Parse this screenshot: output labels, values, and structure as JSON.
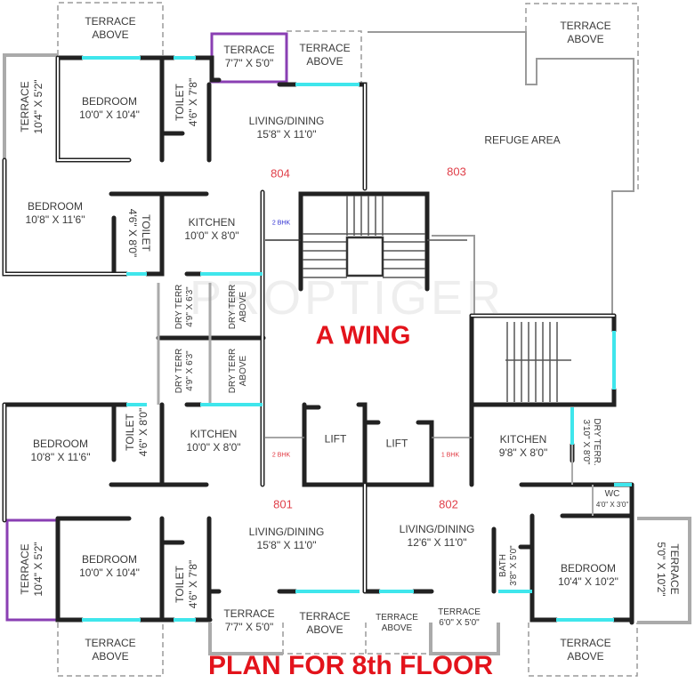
{
  "plan": {
    "title": "PLAN FOR 8th FLOOR",
    "wing": "A WING",
    "watermark": "PROPTIGER",
    "colors": {
      "wall": "#222222",
      "window": "#3fe6ec",
      "terrace_outline": "#8a3fb3",
      "title_red": "#e3131b",
      "unit_red": "#e0404a",
      "bhk_blue": "#2a2ad0",
      "dashed": "#9a9a9a"
    }
  },
  "units": {
    "u804": {
      "number": "804",
      "bhk": "2 BHK"
    },
    "u803": {
      "number": "803"
    },
    "u801": {
      "number": "801",
      "bhk": "2 BHK"
    },
    "u802": {
      "number": "802",
      "bhk": "1 BHK"
    }
  },
  "rooms": {
    "terrace_above_tl": {
      "name": "TERRACE",
      "sub": "ABOVE"
    },
    "terrace_tl_left": {
      "name": "TERRACE",
      "dim": "10'4\" X 5'2\""
    },
    "bedroom_tl": {
      "name": "BEDROOM",
      "dim": "10'0\" X 10'4\""
    },
    "toilet_tl": {
      "name": "TOILET",
      "dim": "4'6\" X 7'8\""
    },
    "terrace_804": {
      "name": "TERRACE",
      "dim": "7'7\" X 5'0\""
    },
    "terrace_above_tm": {
      "name": "TERRACE",
      "sub": "ABOVE"
    },
    "living_804": {
      "name": "LIVING/DINING",
      "dim": "15'8\" X 11'0\""
    },
    "terrace_above_tr": {
      "name": "TERRACE",
      "sub": "ABOVE"
    },
    "refuge": {
      "name": "REFUGE AREA"
    },
    "bedroom_ml": {
      "name": "BEDROOM",
      "dim": "10'8\" X 11'6\""
    },
    "toilet_ml": {
      "name": "TOILET",
      "dim": "4'6\" X 8'0\""
    },
    "kitchen_804": {
      "name": "KITCHEN",
      "dim": "10'0\" X 8'0\""
    },
    "dry_terr_1": {
      "name": "DRY TERR",
      "dim": "4'9\" X 6'3\""
    },
    "dry_terr_above_1": {
      "name": "DRY TERR",
      "sub": "ABOVE"
    },
    "dry_terr_2": {
      "name": "DRY TERR",
      "dim": "4'9\" X 6'3\""
    },
    "dry_terr_above_2": {
      "name": "DRY TERR",
      "sub": "ABOVE"
    },
    "bedroom_bl": {
      "name": "BEDROOM",
      "dim": "10'8\" X 11'6\""
    },
    "toilet_bl": {
      "name": "TOILET",
      "dim": "4'6\" X 8'0\""
    },
    "kitchen_801": {
      "name": "KITCHEN",
      "dim": "10'0\" X 8'0\""
    },
    "lift_1": {
      "name": "LIFT"
    },
    "lift_2": {
      "name": "LIFT"
    },
    "kitchen_802": {
      "name": "KITCHEN",
      "dim": "9'8\" X 8'0\""
    },
    "dry_terr_802": {
      "name": "DRY TERR.",
      "dim": "3'10\" X 8'0\""
    },
    "wc_802": {
      "name": "WC",
      "dim": "4'0\" X 3'0\""
    },
    "terrace_bl_left": {
      "name": "TERRACE",
      "dim": "10'4\" X 5'2\""
    },
    "bedroom_801": {
      "name": "BEDROOM",
      "dim": "10'0\" X 10'4\""
    },
    "toilet_801": {
      "name": "TOILET",
      "dim": "4'6\" X 7'8\""
    },
    "living_801": {
      "name": "LIVING/DINING",
      "dim": "15'8\" X 11'0\""
    },
    "living_802": {
      "name": "LIVING/DINING",
      "dim": "12'6\" X 11'0\""
    },
    "bath_802": {
      "name": "BATH",
      "dim": "3'8\" X 5'0\""
    },
    "bedroom_802": {
      "name": "BEDROOM",
      "dim": "10'4\" X 10'2\""
    },
    "terrace_802_right": {
      "name": "TERRACE",
      "dim": "5'0\" X 10'2\""
    },
    "terrace_above_bl": {
      "name": "TERRACE",
      "sub": "ABOVE"
    },
    "terrace_801": {
      "name": "TERRACE",
      "dim": "7'7\" X 5'0\""
    },
    "terrace_above_bm1": {
      "name": "TERRACE",
      "sub": "ABOVE"
    },
    "terrace_above_bm2": {
      "name": "TERRACE",
      "sub": "ABOVE"
    },
    "terrace_802": {
      "name": "TERRACE",
      "dim": "6'0\" X 5'0\""
    },
    "terrace_above_br": {
      "name": "TERRACE",
      "sub": "ABOVE"
    }
  }
}
